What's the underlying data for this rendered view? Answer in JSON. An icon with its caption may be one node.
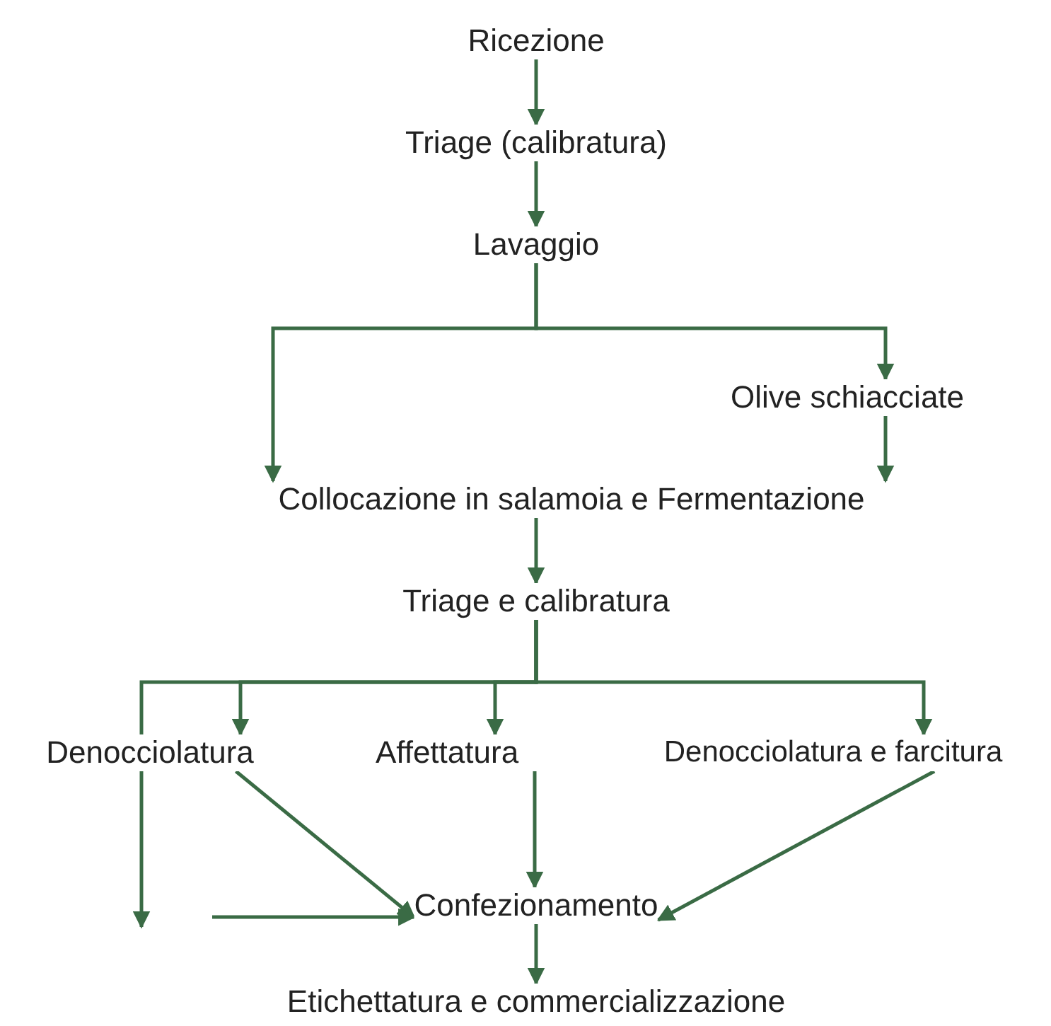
{
  "diagram": {
    "nodes": [
      {
        "text": [
          "Ricezione"
        ]
      },
      {
        "text": [
          "Triage (calibratura)"
        ]
      },
      {
        "text": [
          "Lavaggio"
        ]
      },
      {
        "text": [
          "Olive schiacciate"
        ]
      },
      {
        "text": [
          "Collocazione in salamoia e Fermentazione"
        ]
      },
      {
        "text": [
          "Triage e calibratura"
        ]
      },
      {
        "text": [
          "Denocciolatura"
        ]
      },
      {
        "text": [
          "Affettatura"
        ]
      },
      {
        "text": [
          "Denocciolatura e farcitura"
        ]
      },
      {
        "text": [
          "Confezionamento"
        ]
      },
      {
        "text": [
          "Etichettatura e commercializzazione"
        ]
      }
    ],
    "edges": [
      {
        "from": 0,
        "to": 1,
        "arrow": "to"
      },
      {
        "from": 1,
        "to": 2,
        "arrow": "to"
      },
      {
        "from": 2,
        "to": 4,
        "arrow": "to"
      },
      {
        "from": 2,
        "to": 3,
        "arrow": "to"
      },
      {
        "from": 3,
        "to": 4,
        "arrow": "to"
      },
      {
        "from": 4,
        "to": 5,
        "arrow": "to"
      },
      {
        "from": 5,
        "to": 6,
        "arrow": "to"
      },
      {
        "from": 5,
        "to": 7,
        "arrow": "to"
      },
      {
        "from": 5,
        "to": 8,
        "arrow": "to"
      },
      {
        "from": 5,
        "to": null,
        "arrow": "to"
      },
      {
        "from": 6,
        "to": 9,
        "arrow": "to"
      },
      {
        "from": 7,
        "to": 9,
        "arrow": "to"
      },
      {
        "from": 8,
        "to": 9,
        "arrow": "to"
      },
      {
        "from": null,
        "to": 9,
        "arrow": "to"
      },
      {
        "from": 9,
        "to": 10,
        "arrow": "to"
      }
    ]
  }
}
